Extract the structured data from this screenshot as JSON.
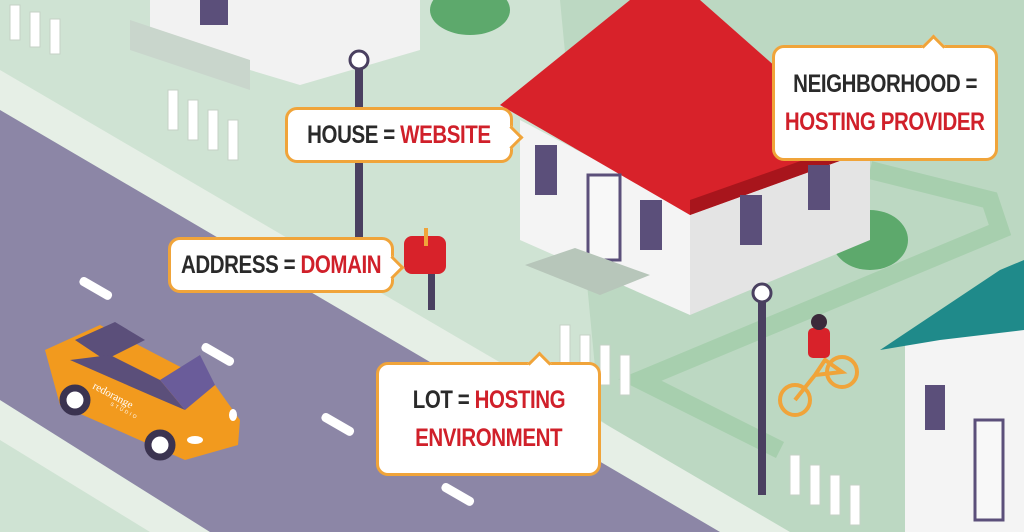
{
  "callouts": {
    "house": {
      "term": "HOUSE",
      "eq": "=",
      "meaning": "WEBSITE"
    },
    "address": {
      "term": "ADDRESS",
      "eq": "=",
      "meaning": "DOMAIN"
    },
    "lot": {
      "term": "LOT",
      "eq": "=",
      "meaning_line1": "HOSTING",
      "meaning_line2": "ENVIRONMENT"
    },
    "neighborhood": {
      "term": "NEIGHBORHOOD",
      "eq": "=",
      "meaning": "HOSTING PROVIDER"
    }
  },
  "car_logo": {
    "brand": "redorange",
    "sub": "STUDIO"
  },
  "colors": {
    "accent_red": "#d0202a",
    "border_orange": "#f0a43a",
    "road": "#8c86a6",
    "grass": "#cfe3d3",
    "roof_red": "#d8222a",
    "roof_teal": "#1f8a8a",
    "car_orange": "#f29a1e"
  }
}
